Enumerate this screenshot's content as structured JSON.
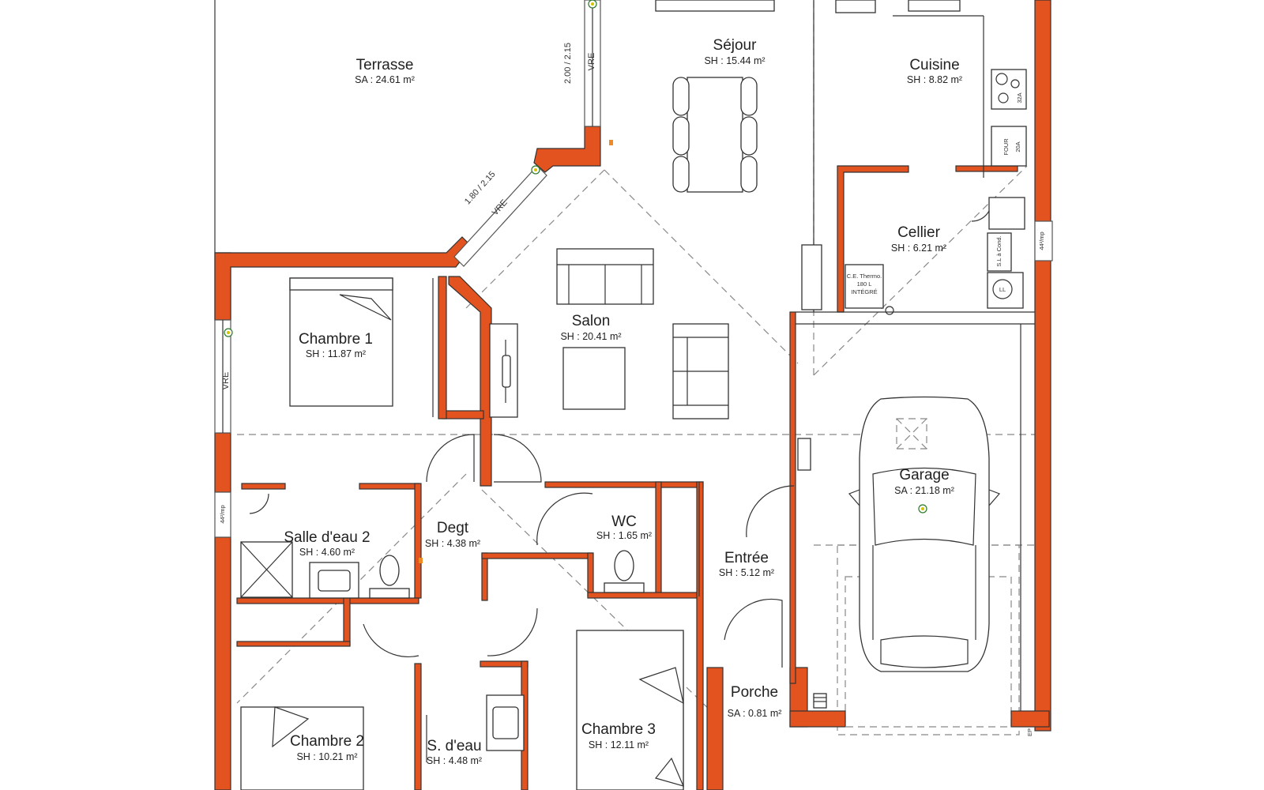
{
  "rooms": {
    "terrasse": {
      "name": "Terrasse",
      "area": "SA : 24.61 m²"
    },
    "sejour": {
      "name": "Séjour",
      "area": "SH : 15.44 m²"
    },
    "cuisine": {
      "name": "Cuisine",
      "area": "SH : 8.82 m²"
    },
    "cellier": {
      "name": "Cellier",
      "area": "SH : 6.21 m²"
    },
    "salon": {
      "name": "Salon",
      "area": "SH : 20.41 m²"
    },
    "chambre1": {
      "name": "Chambre 1",
      "area": "SH : 11.87 m²"
    },
    "garage": {
      "name": "Garage",
      "area": "SA : 21.18 m²"
    },
    "salle_eau2": {
      "name": "Salle d'eau 2",
      "area": "SH : 4.60 m²"
    },
    "degt": {
      "name": "Degt",
      "area": "SH : 4.38 m²"
    },
    "wc": {
      "name": "WC",
      "area": "SH : 1.65 m²"
    },
    "entree": {
      "name": "Entrée",
      "area": "SH : 5.12 m²"
    },
    "porche": {
      "name": "Porche",
      "area": "SA : 0.81 m²"
    },
    "chambre2": {
      "name": "Chambre 2",
      "area": "SH : 10.21 m²"
    },
    "s_eau": {
      "name": "S. d'eau",
      "area": "SH : 4.48 m²"
    },
    "chambre3": {
      "name": "Chambre 3",
      "area": "SH : 12.11 m²"
    }
  },
  "annotations": {
    "bay_dim_1": "2.00 / 2.15",
    "bay_dim_2": "1.80 / 2.15",
    "vre": "VRE",
    "vent_right": "44²/mp",
    "vent_left": "44²/mp",
    "four": "FOUR",
    "four_amp": "20A",
    "plaque_amp": "32A",
    "sl_cond": "S.L à Cond.",
    "ll": "LL",
    "ce_thermo_1": "C.E. Thermo.",
    "ce_thermo_2": "180 L",
    "ce_thermo_3": "INTÉGRÉ",
    "ep": "EP"
  },
  "colors": {
    "wall": "#e2531f",
    "line": "#333333",
    "dashed": "#888888",
    "electric": "#2a7a2a"
  },
  "icons": {
    "electric_outlet": "electric-outlet-icon",
    "car": "car-icon",
    "toilet": "toilet-icon",
    "sink": "sink-icon",
    "shower": "shower-icon",
    "bed": "bed-icon",
    "sofa": "sofa-icon",
    "table": "dining-table-icon"
  }
}
